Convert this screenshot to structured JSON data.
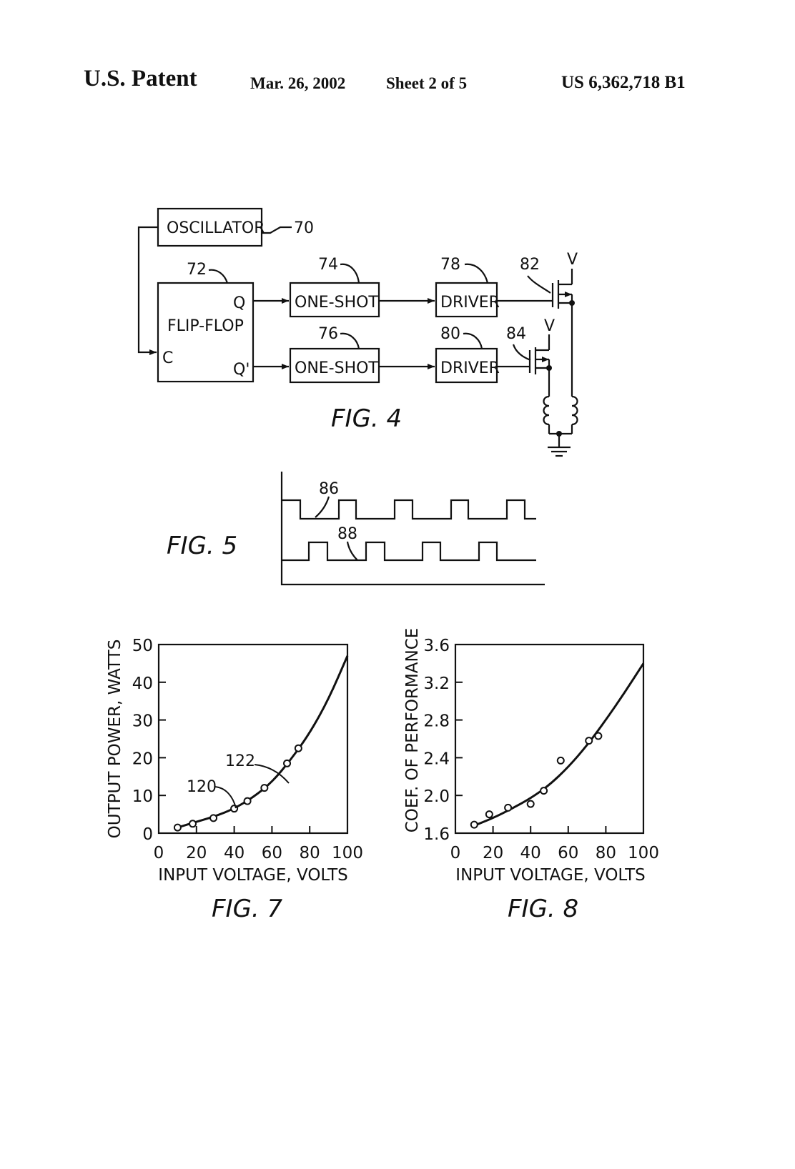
{
  "header": {
    "left": "U.S. Patent",
    "date": "Mar. 26, 2002",
    "sheet": "Sheet 2 of 5",
    "number": "US 6,362,718 B1"
  },
  "fig4": {
    "caption": "FIG. 4",
    "oscillator": "OSCILLATOR",
    "oscillator_ref": "70",
    "flipflop": "FLIP-FLOP",
    "flipflop_ref": "72",
    "q": "Q",
    "qbar": "Q'",
    "c": "C",
    "oneshot_top": "ONE-SHOT",
    "oneshot_top_ref": "74",
    "oneshot_bottom": "ONE-SHOT",
    "oneshot_bottom_ref": "76",
    "driver_top": "DRIVER",
    "driver_top_ref": "78",
    "driver_bottom": "DRIVER",
    "driver_bottom_ref": "80",
    "fet_top_ref": "82",
    "fet_bottom_ref": "84",
    "v_top": "V",
    "v_bottom": "V"
  },
  "fig5": {
    "caption": "FIG. 5",
    "wave1_ref": "86",
    "wave2_ref": "88"
  },
  "chart_data": [
    {
      "type": "line",
      "caption": "FIG. 7",
      "xlabel": "INPUT VOLTAGE, VOLTS",
      "ylabel": "OUTPUT POWER, WATTS",
      "xlim": [
        0,
        100
      ],
      "ylim": [
        0,
        50
      ],
      "xticks": [
        "0",
        "20",
        "40",
        "60",
        "80",
        "100"
      ],
      "yticks": [
        "0",
        "10",
        "20",
        "30",
        "40",
        "50"
      ],
      "point_ref": "120",
      "curve_ref": "122",
      "points": {
        "x": [
          10,
          18,
          29,
          40,
          47,
          56,
          68,
          74
        ],
        "y": [
          1.5,
          2.5,
          4,
          6.5,
          8.5,
          12,
          18.5,
          22.5
        ]
      },
      "curve": {
        "x": [
          10,
          20,
          30,
          40,
          50,
          60,
          70,
          80,
          90,
          100
        ],
        "y": [
          1.5,
          3,
          4.5,
          6.5,
          9.5,
          13.5,
          19.5,
          26.5,
          35.5,
          47
        ]
      }
    },
    {
      "type": "line",
      "caption": "FIG. 8",
      "xlabel": "INPUT VOLTAGE, VOLTS",
      "ylabel": "COEF. OF PERFORMANCE",
      "xlim": [
        0,
        100
      ],
      "ylim": [
        1.6,
        3.6
      ],
      "xticks": [
        "0",
        "20",
        "40",
        "60",
        "80",
        "100"
      ],
      "yticks": [
        "1.6",
        "2.0",
        "2.4",
        "2.8",
        "3.2",
        "3.6"
      ],
      "points": {
        "x": [
          10,
          18,
          28,
          40,
          47,
          56,
          71,
          76
        ],
        "y": [
          1.69,
          1.8,
          1.87,
          1.91,
          2.05,
          2.37,
          2.58,
          2.63
        ]
      },
      "curve": {
        "x": [
          10,
          20,
          30,
          40,
          50,
          60,
          70,
          80,
          90,
          100
        ],
        "y": [
          1.68,
          1.76,
          1.86,
          1.97,
          2.11,
          2.3,
          2.53,
          2.8,
          3.09,
          3.4
        ]
      }
    }
  ]
}
